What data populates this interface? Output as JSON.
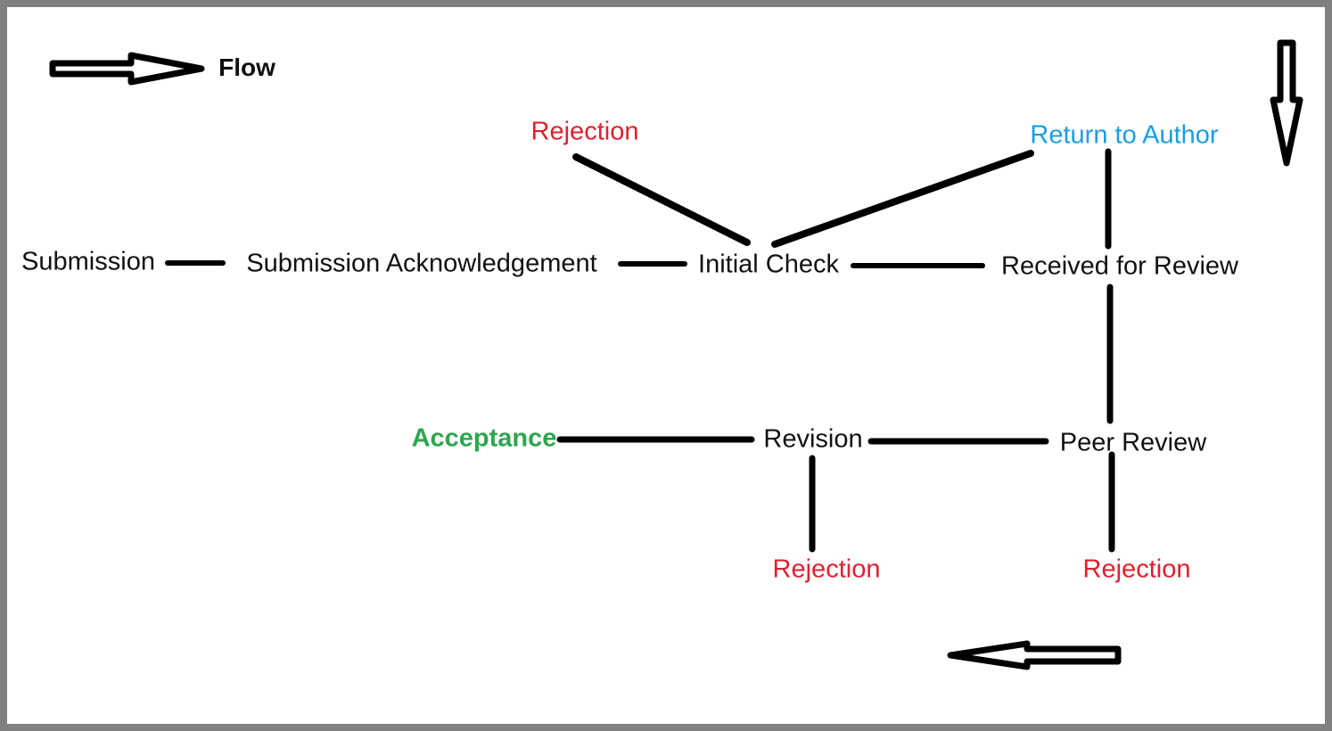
{
  "legend": {
    "flow_label": "Flow"
  },
  "nodes": {
    "submission": "Submission",
    "submission_acknowledgement": "Submission Acknowledgement",
    "initial_check": "Initial Check",
    "received_for_review": "Received for Review",
    "rejection_initial": "Rejection",
    "return_to_author": "Return to Author",
    "acceptance": "Acceptance",
    "revision": "Revision",
    "peer_review": "Peer Review",
    "rejection_revision": "Rejection",
    "rejection_peer_review": "Rejection"
  },
  "edges": [
    {
      "from": "Submission",
      "to": "Submission Acknowledgement"
    },
    {
      "from": "Submission Acknowledgement",
      "to": "Initial Check"
    },
    {
      "from": "Initial Check",
      "to": "Rejection"
    },
    {
      "from": "Initial Check",
      "to": "Return to Author"
    },
    {
      "from": "Initial Check",
      "to": "Received for Review"
    },
    {
      "from": "Return to Author",
      "to": "Received for Review"
    },
    {
      "from": "Received for Review",
      "to": "Peer Review"
    },
    {
      "from": "Peer Review",
      "to": "Revision"
    },
    {
      "from": "Peer Review",
      "to": "Rejection"
    },
    {
      "from": "Revision",
      "to": "Acceptance"
    },
    {
      "from": "Revision",
      "to": "Rejection"
    }
  ],
  "colors": {
    "rejection_text": "#df1f2d",
    "return_to_author_text": "#1b9de2",
    "acceptance_text": "#2ea64e",
    "node_text": "#111111",
    "edge_stroke": "#000000",
    "page_border": "#808080",
    "background": "#ffffff"
  }
}
